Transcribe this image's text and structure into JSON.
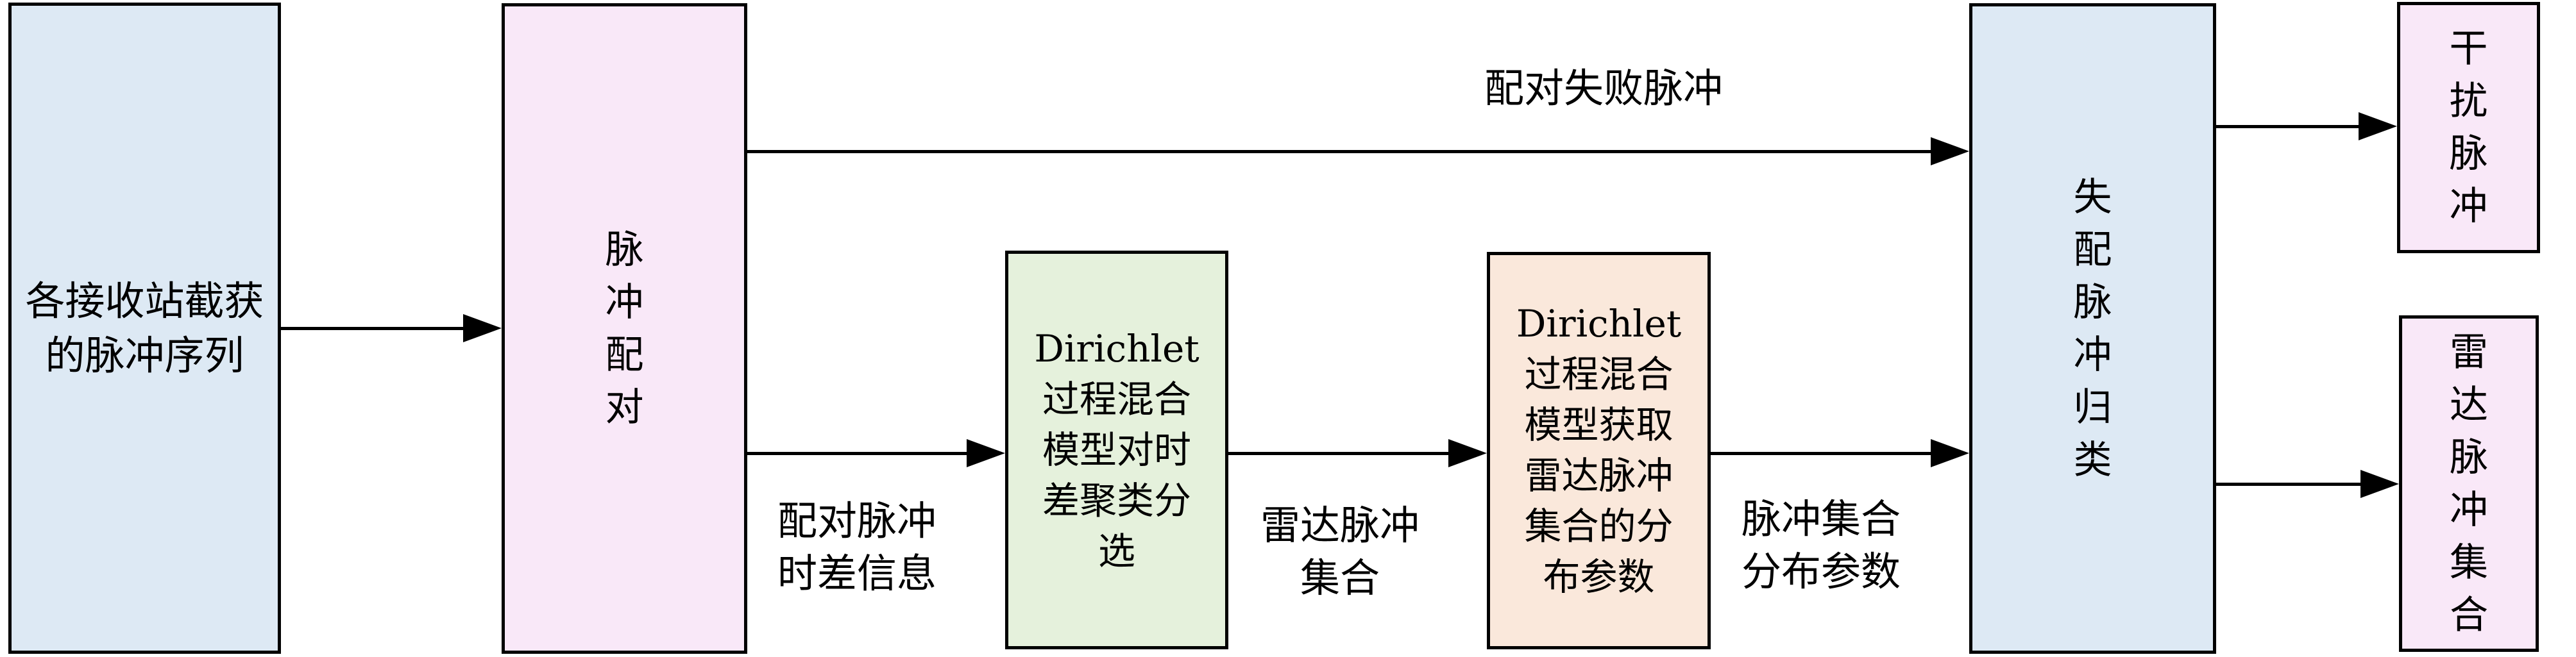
{
  "diagram": {
    "nodes": {
      "input": {
        "label": "各接收站截获\n的脉冲序列",
        "fill": "#dde9f4"
      },
      "pairing": {
        "label": "脉冲配对",
        "fill": "#f9e8f8"
      },
      "cluster": {
        "label": "Dirichlet\n过程混合\n模型对时\n差聚类分\n选",
        "fill": "#e5f1dc"
      },
      "params": {
        "label": "Dirichlet\n过程混合\n模型获取\n雷达脉冲\n集合的分\n布参数",
        "fill": "#fae8db"
      },
      "classify": {
        "label": "失配脉冲归类",
        "fill": "#dde9f4"
      },
      "interference": {
        "label": "干扰脉冲",
        "fill": "#f9e8f8"
      },
      "radar_set": {
        "label": "雷达脉冲集合",
        "fill": "#f9e8f8"
      }
    },
    "edge_labels": {
      "pair_fail": "配对失败脉冲",
      "tdoa": "配对脉冲\n时差信息",
      "pulse_set": "雷达脉冲\n集合",
      "set_params": "脉冲集合\n分布参数"
    },
    "colors": {
      "background": "#ffffff",
      "border": "#000000",
      "arrow": "#000000",
      "light_blue": "#dde9f4",
      "light_pink": "#f9e8f8",
      "light_green": "#e5f1dc",
      "light_peach": "#fae8db"
    }
  }
}
